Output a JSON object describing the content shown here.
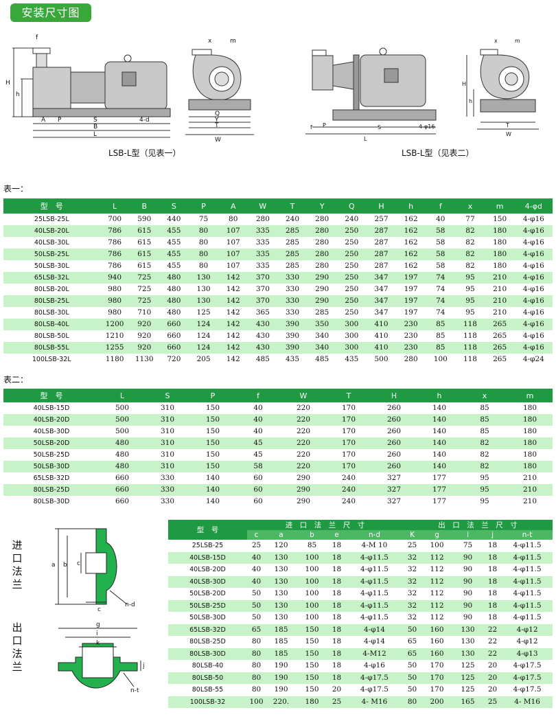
{
  "title": "安装尺寸图",
  "drawings": {
    "left_caption": "LSB-L型（见表一）",
    "right_caption": "LSB-L型（见表二）",
    "left_front_labels": [
      "f",
      "H",
      "h",
      "A",
      "P",
      "S",
      "B",
      "L",
      "4-d"
    ],
    "left_side_labels": [
      "x",
      "m",
      "Q",
      "Y",
      "T",
      "W"
    ],
    "right_front_labels": [
      "f",
      "P",
      "S",
      "L",
      "4-φ16"
    ],
    "right_side_labels": [
      "x",
      "m",
      "H",
      "h",
      "T",
      "W"
    ]
  },
  "table1": {
    "label": "表一：",
    "headers": [
      "型　号",
      "L",
      "B",
      "S",
      "P",
      "A",
      "W",
      "T",
      "Y",
      "Q",
      "H",
      "h",
      "f",
      "x",
      "m",
      "4-φd"
    ],
    "rows": [
      [
        "25LSB-25L",
        "700",
        "590",
        "440",
        "75",
        "80",
        "280",
        "240",
        "280",
        "240",
        "257",
        "162",
        "40",
        "77",
        "150",
        "4-φ16"
      ],
      [
        "40LSB-20L",
        "786",
        "615",
        "455",
        "80",
        "107",
        "335",
        "285",
        "280",
        "250",
        "287",
        "162",
        "58",
        "82",
        "180",
        "4-φ16"
      ],
      [
        "40LSB-30L",
        "786",
        "615",
        "455",
        "80",
        "107",
        "335",
        "285",
        "280",
        "250",
        "287",
        "162",
        "58",
        "82",
        "180",
        "4-φ16"
      ],
      [
        "50LSB-25L",
        "786",
        "615",
        "455",
        "80",
        "107",
        "335",
        "285",
        "280",
        "250",
        "287",
        "162",
        "58",
        "82",
        "180",
        "4-φ16"
      ],
      [
        "50LSB-30L",
        "786",
        "615",
        "455",
        "80",
        "107",
        "335",
        "285",
        "280",
        "250",
        "287",
        "162",
        "58",
        "82",
        "180",
        "4-φ16"
      ],
      [
        "65LSB-32L",
        "940",
        "725",
        "480",
        "130",
        "142",
        "370",
        "330",
        "290",
        "250",
        "347",
        "197",
        "74",
        "95",
        "210",
        "4-φ16"
      ],
      [
        "80LSB-20L",
        "980",
        "725",
        "480",
        "130",
        "142",
        "370",
        "330",
        "290",
        "250",
        "347",
        "197",
        "74",
        "95",
        "210",
        "4-φ16"
      ],
      [
        "80LSB-25L",
        "980",
        "725",
        "480",
        "130",
        "142",
        "370",
        "330",
        "290",
        "250",
        "347",
        "197",
        "74",
        "95",
        "210",
        "4-φ16"
      ],
      [
        "80LSB-30L",
        "980",
        "710",
        "480",
        "125",
        "142",
        "365",
        "330",
        "285",
        "250",
        "347",
        "197",
        "74",
        "95",
        "210",
        "4-φ16"
      ],
      [
        "80LSB-40L",
        "1200",
        "920",
        "660",
        "124",
        "142",
        "430",
        "390",
        "350",
        "300",
        "410",
        "230",
        "85",
        "118",
        "265",
        "4-φ16"
      ],
      [
        "80LSB-50L",
        "1210",
        "920",
        "660",
        "124",
        "142",
        "430",
        "390",
        "340",
        "300",
        "410",
        "230",
        "85",
        "118",
        "265",
        "4-φ16"
      ],
      [
        "80LSB-55L",
        "1255",
        "920",
        "660",
        "124",
        "142",
        "430",
        "390",
        "340",
        "300",
        "410",
        "230",
        "85",
        "118",
        "265",
        "4-φ16"
      ],
      [
        "100LSB-32L",
        "1180",
        "1130",
        "720",
        "205",
        "142",
        "485",
        "435",
        "485",
        "435",
        "500",
        "280",
        "100",
        "118",
        "265",
        "4-φ24"
      ]
    ]
  },
  "table2": {
    "label": "表二：",
    "headers": [
      "型　号",
      "L",
      "S",
      "P",
      "f",
      "W",
      "T",
      "H",
      "h",
      "x",
      "m"
    ],
    "rows": [
      [
        "40LSB-15D",
        "500",
        "310",
        "150",
        "40",
        "220",
        "170",
        "260",
        "140",
        "85",
        "180"
      ],
      [
        "40LSB-20D",
        "500",
        "310",
        "150",
        "40",
        "220",
        "170",
        "260",
        "140",
        "85",
        "180"
      ],
      [
        "40LSB-30D",
        "500",
        "310",
        "150",
        "40",
        "220",
        "170",
        "260",
        "140",
        "85",
        "180"
      ],
      [
        "50LSB-20D",
        "480",
        "310",
        "150",
        "45",
        "220",
        "170",
        "260",
        "140",
        "82",
        "180"
      ],
      [
        "50LSB-25D",
        "480",
        "310",
        "150",
        "45",
        "220",
        "170",
        "260",
        "140",
        "82",
        "180"
      ],
      [
        "50LSB-30D",
        "480",
        "310",
        "150",
        "58",
        "220",
        "170",
        "260",
        "140",
        "82",
        "180"
      ],
      [
        "65LSB-32D",
        "660",
        "330",
        "140",
        "60",
        "290",
        "240",
        "327",
        "177",
        "95",
        "210"
      ],
      [
        "80LSB-25D",
        "660",
        "330",
        "140",
        "60",
        "290",
        "240",
        "327",
        "177",
        "95",
        "210"
      ],
      [
        "80LSB-30D",
        "660",
        "330",
        "140",
        "60",
        "290",
        "240",
        "327",
        "177",
        "95",
        "210"
      ]
    ]
  },
  "flange": {
    "inlet_label": "进口法兰",
    "outlet_label": "出口法兰",
    "inlet_drawing_labels": [
      "a",
      "b",
      "c",
      "c",
      "n-d"
    ],
    "outlet_drawing_labels": [
      "g",
      "i",
      "k",
      "j",
      "n-t"
    ],
    "header_model": "型　号",
    "header_inlet": "进　口　法　兰　尺　寸",
    "header_outlet": "出　口　法　兰　尺　寸",
    "sub_headers": [
      "c",
      "a",
      "b",
      "e",
      "n-d",
      "K",
      "g",
      "i",
      "j",
      "n-t"
    ],
    "rows": [
      [
        "25LSB-25",
        "25",
        "120",
        "85",
        "18",
        "4-M 10",
        "25",
        "100",
        "75",
        "18",
        "4-φ11.5"
      ],
      [
        "40LSB-15D",
        "40",
        "130",
        "100",
        "18",
        "4-φ11.5",
        "32",
        "112",
        "90",
        "18",
        "4-φ11.5"
      ],
      [
        "40LSB-20D",
        "40",
        "130",
        "100",
        "18",
        "4-φ11.5",
        "32",
        "112",
        "90",
        "18",
        "4-φ11.5"
      ],
      [
        "40LSB-30D",
        "40",
        "130",
        "100",
        "18",
        "4-φ11.5",
        "32",
        "112",
        "90",
        "18",
        "4-φ11.5"
      ],
      [
        "50LSB-20D",
        "50",
        "130",
        "100",
        "18",
        "4-φ11.5",
        "32",
        "112",
        "90",
        "18",
        "4-φ11.5"
      ],
      [
        "50LSB-25D",
        "50",
        "130",
        "100",
        "18",
        "4-φ11.5",
        "32",
        "112",
        "90",
        "18",
        "4-φ11.5"
      ],
      [
        "50LSB-30D",
        "50",
        "130",
        "100",
        "18",
        "4-φ11.5",
        "32",
        "112",
        "90",
        "18",
        "4-φ11.5"
      ],
      [
        "65LSB-32D",
        "65",
        "185",
        "150",
        "18",
        "4-φ14",
        "50",
        "160",
        "130",
        "22",
        "4-φ12"
      ],
      [
        "80LSB-25D",
        "80",
        "185",
        "150",
        "18",
        "4-φ14",
        "65",
        "160",
        "130",
        "22",
        "4-φ12"
      ],
      [
        "80LSB-30D",
        "80",
        "185",
        "150",
        "18",
        "4-M12",
        "65",
        "160",
        "130",
        "22",
        "4-φ13"
      ],
      [
        "80LSB-40",
        "80",
        "190",
        "150",
        "18",
        "4-φ16",
        "50",
        "170",
        "125",
        "20",
        "4-φ17.5"
      ],
      [
        "80LSB-50",
        "80",
        "190",
        "150",
        "18",
        "4-φ17.5",
        "50",
        "170",
        "125",
        "20",
        "4-φ17.5"
      ],
      [
        "80LSB-55",
        "80",
        "190",
        "150",
        "20",
        "4-φ17.5",
        "50",
        "170",
        "125",
        "20",
        "4-φ17.5"
      ],
      [
        "100LSB-32",
        "100",
        "220.",
        "180",
        "25",
        "4- M16",
        "80",
        "200",
        "165",
        "25",
        "4- M16"
      ]
    ]
  }
}
